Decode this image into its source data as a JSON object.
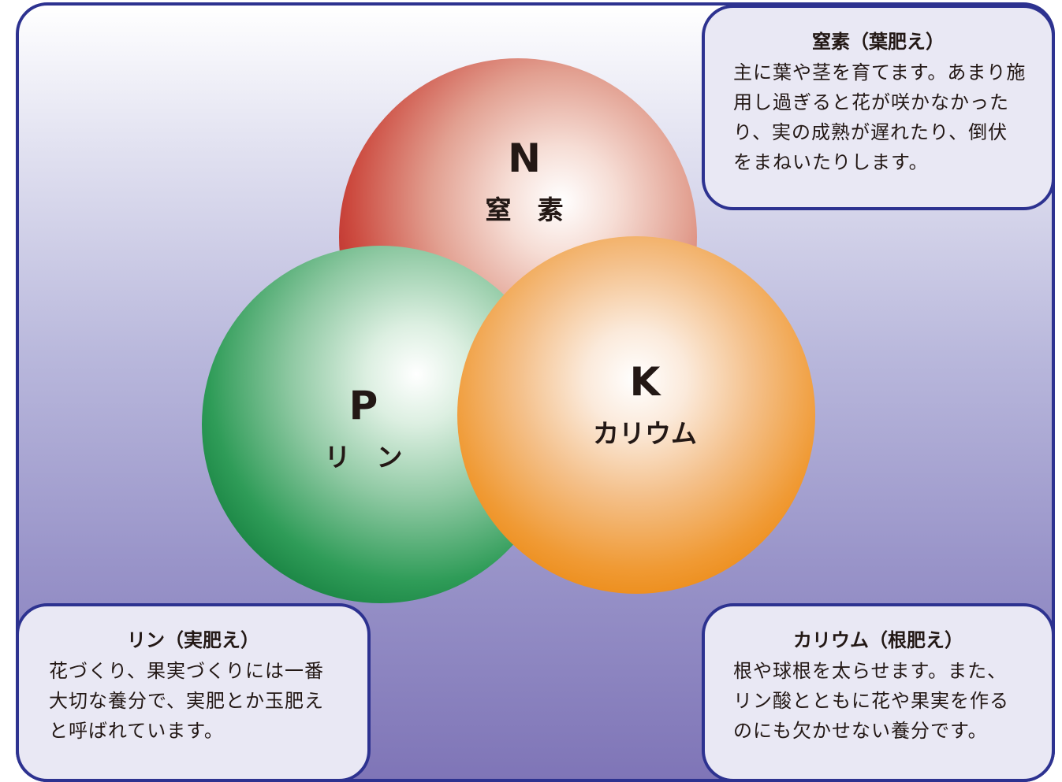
{
  "spheres": {
    "n": {
      "symbol": "N",
      "name": "窒　素",
      "color": "#b01a1e"
    },
    "p": {
      "symbol": "P",
      "name": "リ　ン",
      "color": "#107a3a"
    },
    "k": {
      "symbol": "K",
      "name": "カリウム",
      "color": "#ec8a14"
    }
  },
  "boxes": {
    "nitrogen": {
      "title": "窒素（葉肥え）",
      "body": "主に葉や茎を育てます。あまり施用し過ぎると花が咲かなかったり、実の成熟が遅れたり、倒伏をまねいたりします。"
    },
    "phosphorus": {
      "title": "リン（実肥え）",
      "body": "花づくり、果実づくりには一番大切な養分で、実肥とか玉肥えと呼ばれています。"
    },
    "potassium": {
      "title": "カリウム（根肥え）",
      "body": "根や球根を太らせます。また、リン酸とともに花や果実を作るのにも欠かせない養分です。"
    }
  },
  "colors": {
    "border": "#2d3290",
    "box_fill": "#e9e8f4",
    "text": "#231815"
  }
}
